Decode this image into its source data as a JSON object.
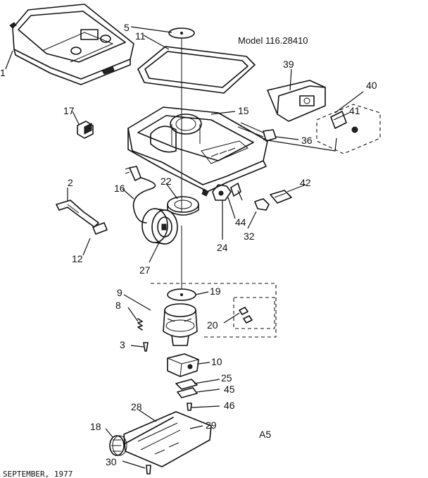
{
  "header": {
    "model": "Model 116.28410"
  },
  "footer": {
    "date": "SEPTEMBER, 1977",
    "sheet": "A5"
  },
  "callouts": {
    "p1": "1",
    "p2": "2",
    "p3": "3",
    "p5": "5",
    "p8": "8",
    "p9": "9",
    "p10": "10",
    "p11": "11",
    "p12": "12",
    "p15": "15",
    "p16": "16",
    "p17": "17",
    "p18": "18",
    "p19": "19",
    "p20": "20",
    "p22": "22",
    "p24": "24",
    "p25": "25",
    "p27": "27",
    "p28": "28",
    "p29": "29",
    "p30": "30",
    "p32": "32",
    "p36": "36",
    "p39": "39",
    "p40": "40",
    "p41": "41",
    "p42": "42",
    "p44": "44",
    "p45": "45",
    "p46": "46"
  }
}
